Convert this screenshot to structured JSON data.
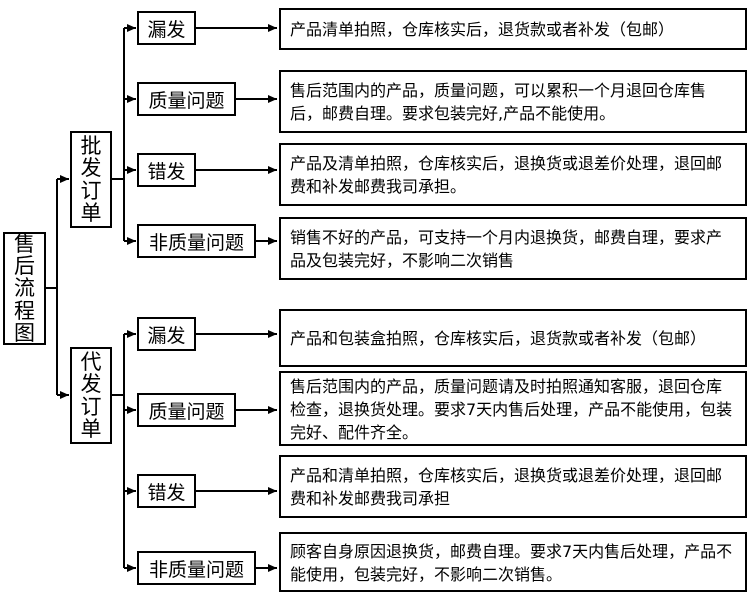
{
  "diagram": {
    "root": {
      "label": "售后流程图"
    },
    "groups": [
      {
        "label": "批发订单",
        "items": [
          {
            "category": "漏发",
            "description": "产品清单拍照，仓库核实后，退货款或者补发（包邮）"
          },
          {
            "category": "质量问题",
            "description": "售后范围内的产品，质量问题，可以累积一个月退回仓库售后，邮费自理。要求包装完好,产品不能使用。"
          },
          {
            "category": "错发",
            "description": "产品及清单拍照，仓库核实后，退换货或退差价处理，退回邮费和补发邮费我司承担。"
          },
          {
            "category": "非质量问题",
            "description": "销售不好的产品，可支持一个月内退换货，邮费自理，要求产品及包装完好，不影响二次销售"
          }
        ]
      },
      {
        "label": "代发订单",
        "items": [
          {
            "category": "漏发",
            "description": "产品和包装盒拍照，仓库核实后，退货款或者补发（包邮）"
          },
          {
            "category": "质量问题",
            "description": "售后范围内的产品，质量问题请及时拍照通知客服，退回仓库检查，退换货处理。要求7天内售后处理，产品不能使用，包装完好、配件齐全。"
          },
          {
            "category": "错发",
            "description": "产品和清单拍照，仓库核实后，退换货或退差价处理，退回邮费和补发邮费我司承担"
          },
          {
            "category": "非质量问题",
            "description": "顾客自身原因退换货，邮费自理。要求7天内售后处理，产品不能使用，包装完好，不影响二次销售。"
          }
        ]
      }
    ]
  }
}
